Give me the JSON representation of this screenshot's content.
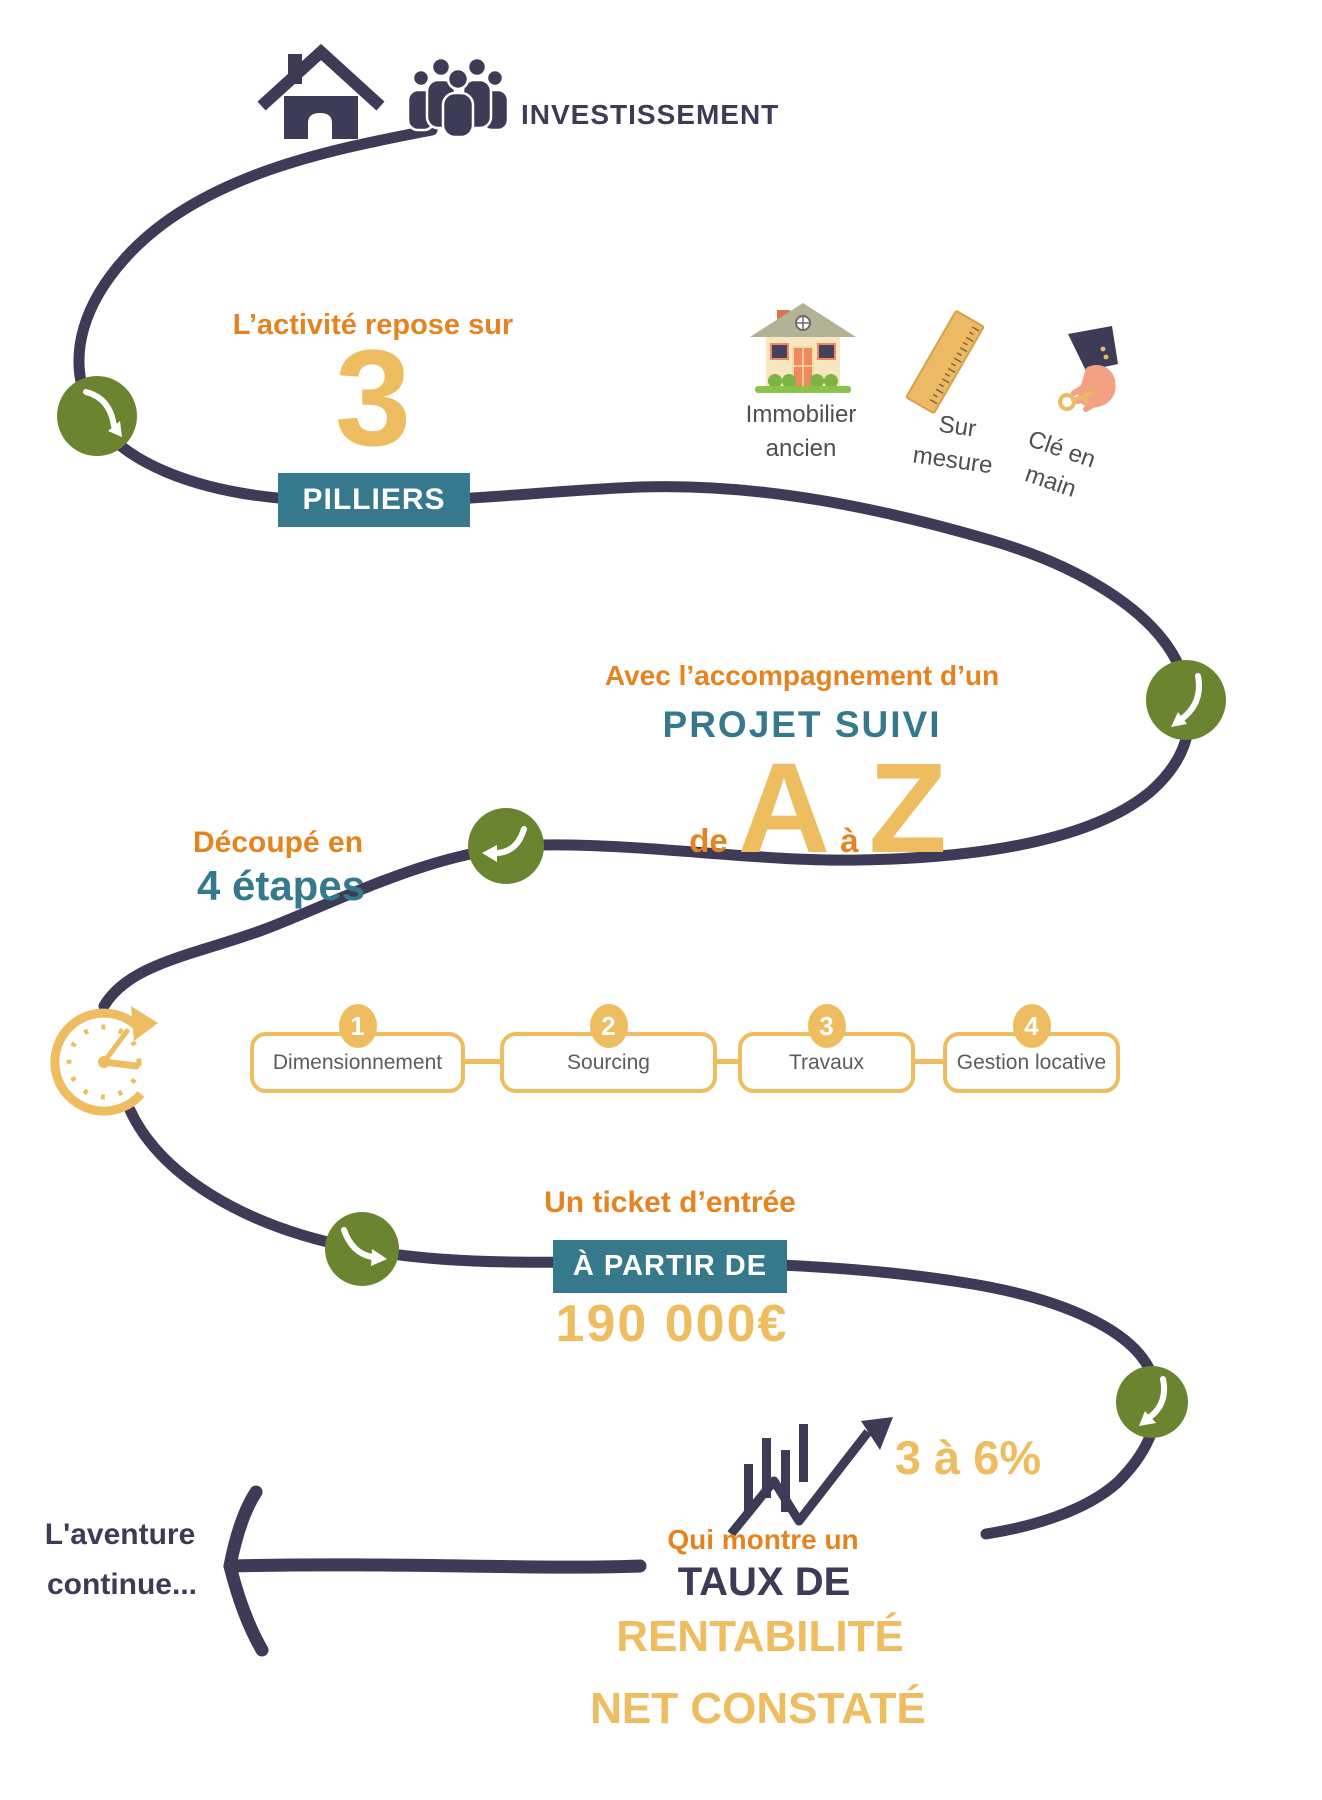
{
  "title": "INVESTISSEMENT",
  "pillars": {
    "intro": "L’activité repose sur",
    "count": "3",
    "label": "PILLIERS",
    "items": [
      {
        "icon": "old-house-icon",
        "line1": "Immobilier",
        "line2": "ancien"
      },
      {
        "icon": "ruler-icon",
        "line1": "Sur",
        "line2": "mesure"
      },
      {
        "icon": "key-in-hand-icon",
        "line1": "Clé en",
        "line2": "main"
      }
    ]
  },
  "project": {
    "intro": "Avec l’accompagnement d’un",
    "title": "PROJET SUIVI",
    "from_word": "de",
    "from_letter": "A",
    "to_word": "à",
    "to_letter": "Z"
  },
  "steps": {
    "intro": "Découpé en",
    "title": "4 étapes",
    "items": [
      {
        "number": "1",
        "label": "Dimensionnement"
      },
      {
        "number": "2",
        "label": "Sourcing"
      },
      {
        "number": "3",
        "label": "Travaux"
      },
      {
        "number": "4",
        "label": "Gestion locative"
      }
    ]
  },
  "ticket": {
    "intro": "Un ticket d’entrée",
    "badge": "À PARTIR DE",
    "amount": "190 000€"
  },
  "rate": {
    "value": "3 à 6%",
    "intro": "Qui montre un",
    "line1": "TAUX DE",
    "line2": "RENTABILITÉ",
    "line3": "NET CONSTATÉ"
  },
  "footer": {
    "line1": "L'aventure",
    "line2": "continue..."
  },
  "icons": [
    "house-icon",
    "people-group-icon",
    "old-house-icon",
    "ruler-icon",
    "key-in-hand-icon",
    "clock-icon",
    "growth-chart-icon",
    "curved-arrow-node",
    "long-left-arrow"
  ],
  "colors": {
    "navy": "#3e3b56",
    "orange": "#e5831e",
    "gold": "#eebd60",
    "teal": "#37798c",
    "green": "#6a8430",
    "gray": "#4f4f4f"
  }
}
